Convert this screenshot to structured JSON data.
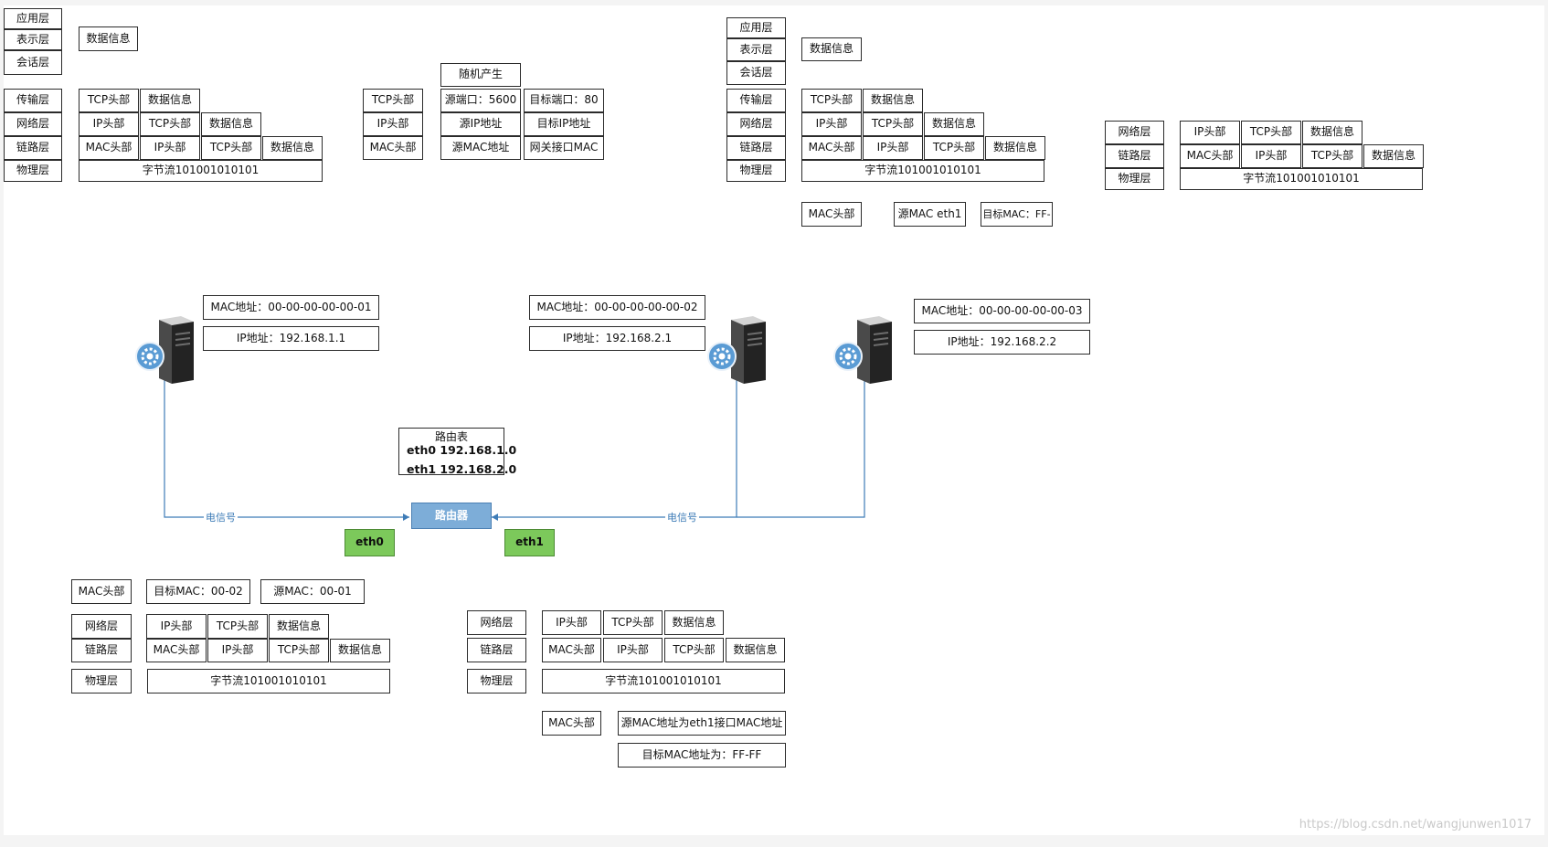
{
  "colors": {
    "wire": "#3e7cb7",
    "router_fill": "#7dadd8",
    "port_fill": "#7cc95b",
    "box_border": "#2b2b2b"
  },
  "layers": {
    "application": "应用层",
    "presentation": "表示层",
    "session": "会话层",
    "transport": "传输层",
    "network": "网络层",
    "link": "链路层",
    "physical": "物理层"
  },
  "packet": {
    "data": "数据信息",
    "tcp_header": "TCP头部",
    "ip_header": "IP头部",
    "mac_header": "MAC头部",
    "byte_stream": "字节流101001010101"
  },
  "header_detail": {
    "random": "随机产生",
    "src_port": "源端口：5600",
    "dst_port": "目标端口：80",
    "src_ip": "源IP地址",
    "dst_ip": "目标IP地址",
    "src_mac": "源MAC地址",
    "gateway_mac": "网关接口MAC"
  },
  "router_arp": {
    "src_mac_eth1": "源MAC eth1",
    "dst_mac_ff": "目标MAC：FF-"
  },
  "hosts": {
    "host1": {
      "mac": "MAC地址：00-00-00-00-00-01",
      "ip": "IP地址：192.168.1.1"
    },
    "host2": {
      "mac": "MAC地址：00-00-00-00-00-02",
      "ip": "IP地址：192.168.2.1"
    },
    "host3": {
      "mac": "MAC地址：00-00-00-00-00-03",
      "ip": "IP地址：192.168.2.2"
    }
  },
  "routing_table": {
    "title": "路由表",
    "rows": [
      "eth0  192.168.1.0",
      "eth1  192.168.2.0"
    ]
  },
  "router": {
    "label": "路由器",
    "eth0": "eth0",
    "eth1": "eth1"
  },
  "signal_label": "电信号",
  "bottom_left": {
    "dst_mac": "目标MAC：00-02",
    "src_mac": "源MAC：00-01"
  },
  "bottom_mid": {
    "src_mac_note": "源MAC地址为eth1接口MAC地址",
    "dst_mac_note": "目标MAC地址为：FF-FF"
  },
  "watermark": "https://blog.csdn.net/wangjunwen1017"
}
